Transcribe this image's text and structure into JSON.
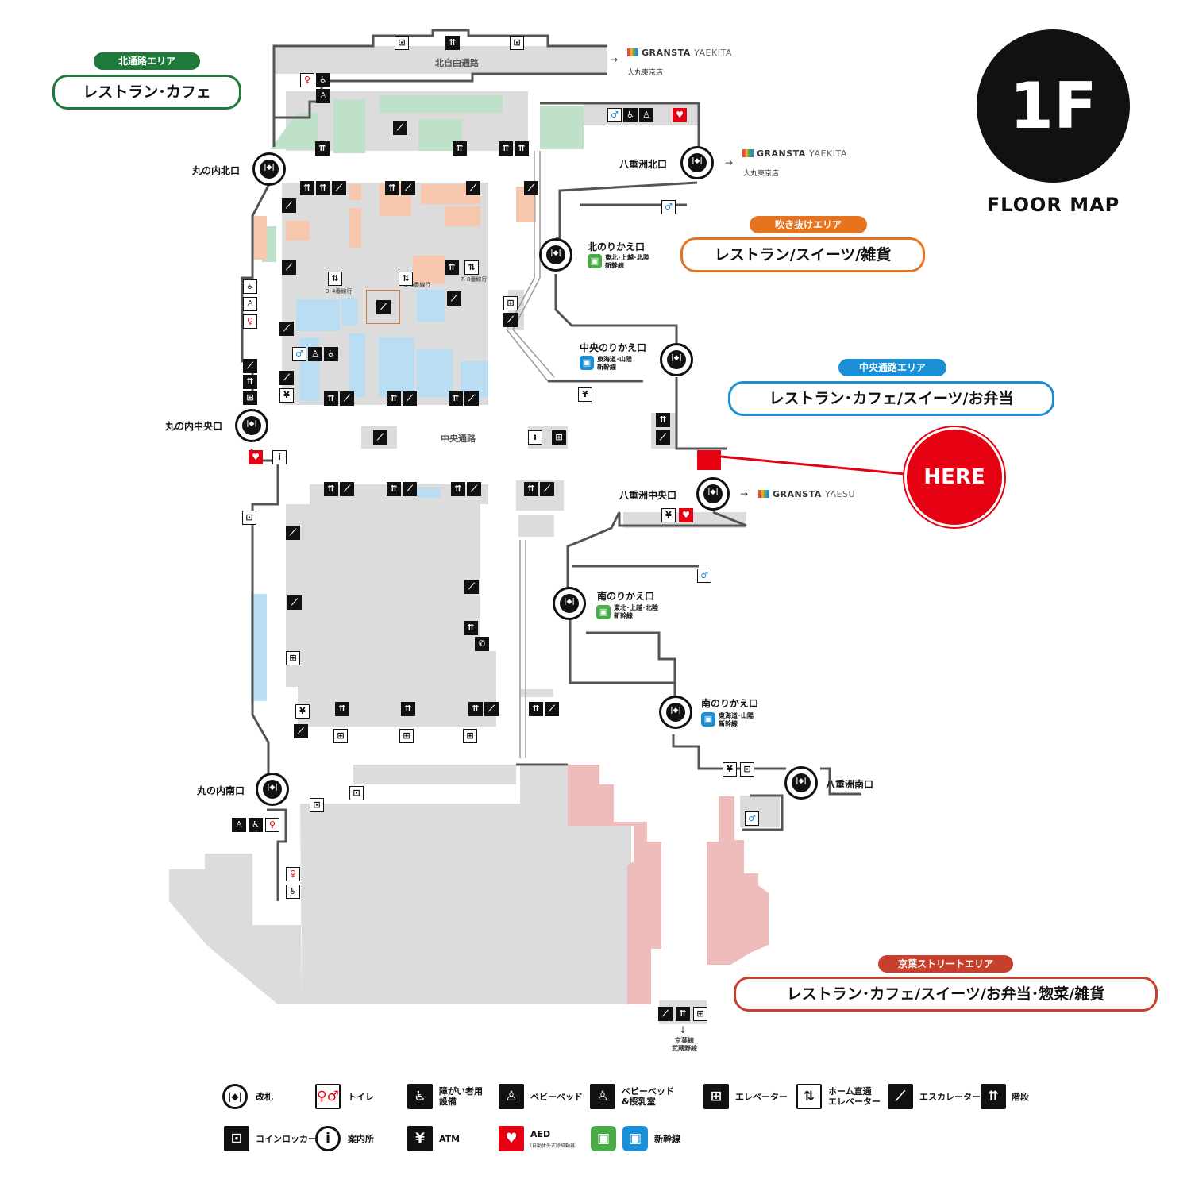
{
  "floor": {
    "number": "1F",
    "caption": "FLOOR MAP"
  },
  "here": {
    "label": "HERE",
    "color": "#e50012"
  },
  "areas": {
    "north": {
      "tag": "北通路エリア",
      "content": "レストラン･カフェ",
      "color": "#1f7a3a"
    },
    "atrium": {
      "tag": "吹き抜けエリア",
      "content": "レストラン/スイーツ/雑貨",
      "color": "#e8731e"
    },
    "central": {
      "tag": "中央通路エリア",
      "content": "レストラン･カフェ/スイーツ/お弁当",
      "color": "#1a8fd6"
    },
    "keiyo": {
      "tag": "京葉ストリートエリア",
      "content": "レストラン･カフェ/スイーツ/お弁当･惣菜/雑貨",
      "color": "#c8402c"
    }
  },
  "gates": {
    "marunouchi_north": "丸の内北口",
    "marunouchi_central": "丸の内中央口",
    "marunouchi_south": "丸の内南口",
    "yaesu_north": "八重洲北口",
    "yaesu_central": "八重洲中央口",
    "yaesu_south": "八重洲南口",
    "north_transfer": "北のりかえ口",
    "central_transfer": "中央のりかえ口",
    "south_transfer_1": "南のりかえ口",
    "south_transfer_2": "南のりかえ口"
  },
  "shinkansen": {
    "north_transfer_lines": "東北･上越･北陸\n新幹線",
    "central_transfer_lines": "東海道･山陽\n新幹線",
    "south_transfer_1_lines": "東北･上越･北陸\n新幹線",
    "south_transfer_2_lines": "東海道･山陽\n新幹線"
  },
  "passages": {
    "north_free": "北自由通路",
    "central": "中央通路"
  },
  "elevator_notes": {
    "platform_3_4": "3･4番線行",
    "platform_5_6": "5･6番線行",
    "platform_7_8": "7･8番線行"
  },
  "links": {
    "granstayaekita_top": {
      "brand": "GRANSTA",
      "brand_thin": "YAEKITA",
      "store": "大丸東京店"
    },
    "granstayaekita_mid": {
      "brand": "GRANSTA",
      "brand_thin": "YAEKITA",
      "store": "大丸東京店"
    },
    "granstayaesu": {
      "brand": "GRANSTA",
      "brand_thin": "YAESU"
    }
  },
  "keiyo_lines": "京葉線\n武蔵野線",
  "legend": {
    "gate": "改札",
    "toilet": "トイレ",
    "accessible": "障がい者用\n設備",
    "baby_bed": "ベビーベッド",
    "nursing": "ベビーベッド\n&授乳室",
    "elevator": "エレベーター",
    "platform_elevator": "ホーム直通\nエレベーター",
    "escalator": "エスカレーター",
    "stairs": "階段",
    "locker": "コインロッカー",
    "info": "案内所",
    "atm": "ATM",
    "aed": "AED",
    "aed_note": "（自動体外式除細動器）",
    "shinkansen": "新幹線"
  },
  "icons": [
    "gate-icon",
    "toilet-icon",
    "wheelchair-icon",
    "baby-bed-icon",
    "nursing-room-icon",
    "elevator-icon",
    "platform-elevator-icon",
    "escalator-icon",
    "stairs-icon",
    "coin-locker-icon",
    "info-icon",
    "atm-icon",
    "aed-icon",
    "shinkansen-icon"
  ],
  "colors": {
    "shop_orange": "#f7c8ad",
    "shop_blue": "#b9def4",
    "shop_green": "#bfe0c9",
    "shop_pink": "#efbcbc",
    "corridor_gray": "#dcdcdc",
    "wall": "#555555"
  }
}
